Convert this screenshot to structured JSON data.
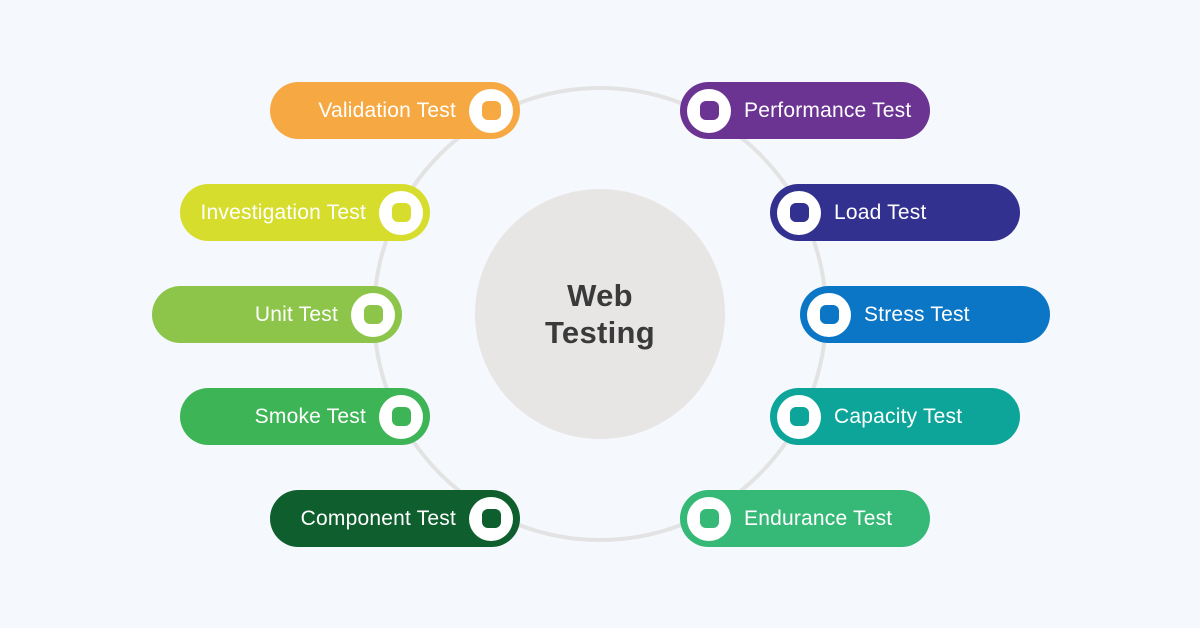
{
  "page": {
    "background": "#f5f8fc"
  },
  "diagram": {
    "ring_color": "#e3e3e3",
    "center": {
      "title_lines": [
        "Web",
        "Testing"
      ],
      "circle_color": "#e7e6e5",
      "text_color": "#3a3a3a"
    },
    "items": [
      {
        "label": "Validation Test",
        "color": "#f6a942",
        "side": "left"
      },
      {
        "label": "Investigation Test",
        "color": "#d6dd2d",
        "side": "left"
      },
      {
        "label": "Unit Test",
        "color": "#8cc549",
        "side": "left"
      },
      {
        "label": "Smoke Test",
        "color": "#3db456",
        "side": "left"
      },
      {
        "label": "Component Test",
        "color": "#0e5f2d",
        "side": "left"
      },
      {
        "label": "Performance Test",
        "color": "#6b3392",
        "side": "right"
      },
      {
        "label": "Load Test",
        "color": "#32318f",
        "side": "right"
      },
      {
        "label": "Stress Test",
        "color": "#0a76c5",
        "side": "right"
      },
      {
        "label": "Capacity Test",
        "color": "#0da59a",
        "side": "right"
      },
      {
        "label": "Endurance Test",
        "color": "#36b877",
        "side": "right"
      }
    ]
  }
}
